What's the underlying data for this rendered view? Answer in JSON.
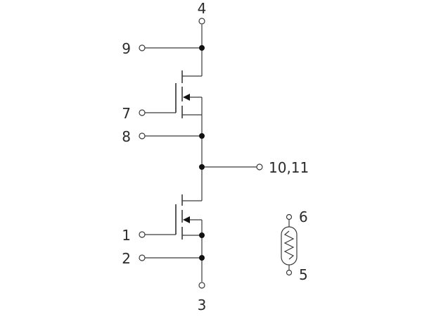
{
  "pins": {
    "p4": "4",
    "p9": "9",
    "p7": "7",
    "p8": "8",
    "p10_11": "10,11",
    "p1": "1",
    "p2": "2",
    "p3": "3",
    "p6": "6",
    "p5": "5"
  },
  "colors": {
    "line": "#3a3a3a",
    "dot": "#111111",
    "background": "#ffffff"
  }
}
